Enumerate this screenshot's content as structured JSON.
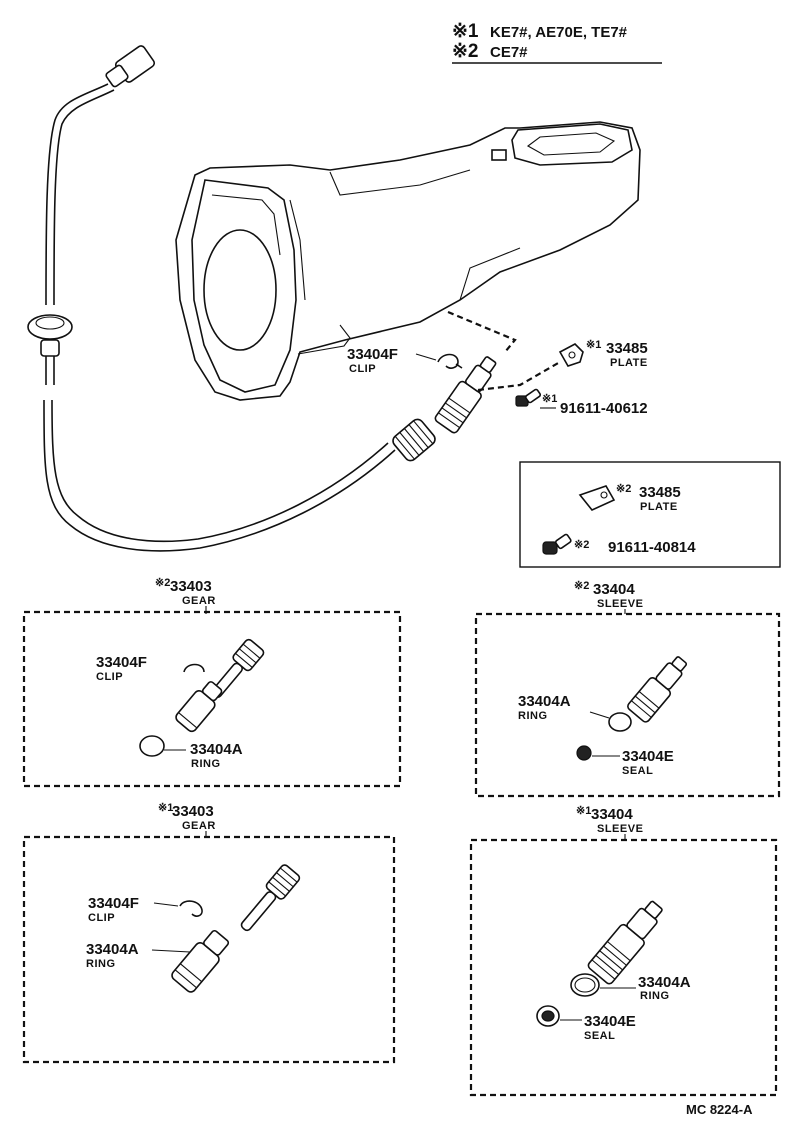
{
  "legend": [
    {
      "mark": "※1",
      "text": "KE7#, AE70E, TE7#"
    },
    {
      "mark": "※2",
      "text": "CE7#"
    }
  ],
  "main_callouts": {
    "clip": {
      "part": "33404F",
      "name": "CLIP"
    },
    "plate_1": {
      "mark": "※1",
      "part": "33485",
      "name": "PLATE"
    },
    "bolt_1": {
      "mark": "※1",
      "part": "91611-40612"
    },
    "plate_2": {
      "mark": "※2",
      "part": "33485",
      "name": "PLATE"
    },
    "bolt_2": {
      "mark": "※2",
      "part": "91611-40814"
    }
  },
  "groups": {
    "gear_2": {
      "mark": "※2",
      "part": "33403",
      "name": "GEAR",
      "clip": {
        "part": "33404F",
        "name": "CLIP"
      },
      "ring": {
        "part": "33404A",
        "name": "RING"
      }
    },
    "sleeve_2": {
      "mark": "※2",
      "part": "33404",
      "name": "SLEEVE",
      "ring": {
        "part": "33404A",
        "name": "RING"
      },
      "seal": {
        "part": "33404E",
        "name": "SEAL"
      }
    },
    "gear_1": {
      "mark": "※1",
      "part": "33403",
      "name": "GEAR",
      "clip": {
        "part": "33404F",
        "name": "CLIP"
      },
      "ring": {
        "part": "33404A",
        "name": "RING"
      }
    },
    "sleeve_1": {
      "mark": "※1",
      "part": "33404",
      "name": "SLEEVE",
      "ring": {
        "part": "33404A",
        "name": "RING"
      },
      "seal": {
        "part": "33404E",
        "name": "SEAL"
      }
    }
  },
  "footer": {
    "code": "MC 8224-A"
  }
}
